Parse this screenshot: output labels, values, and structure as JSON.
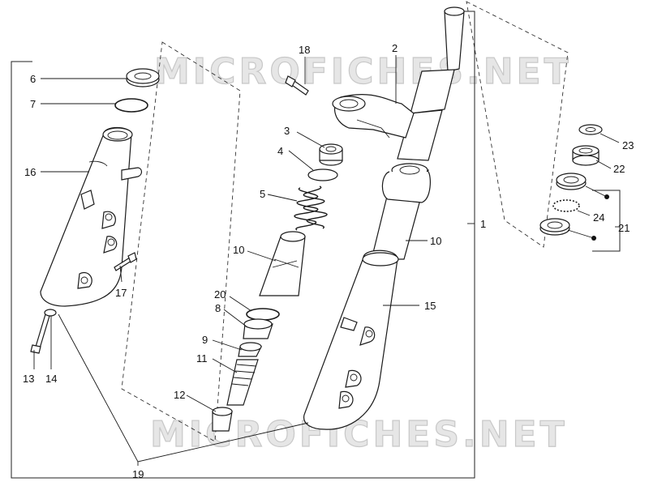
{
  "watermark": {
    "top": "MICROFICHES.NET",
    "bottom": "MICROFICHES.NET"
  },
  "labels": {
    "l1": "1",
    "l2": "2",
    "l3": "3",
    "l4": "4",
    "l5": "5",
    "l6": "6",
    "l7": "7",
    "l8": "8",
    "l9": "9",
    "l10a": "10",
    "l10b": "10",
    "l11": "11",
    "l12": "12",
    "l13": "13",
    "l14": "14",
    "l15": "15",
    "l16": "16",
    "l17": "17",
    "l18": "18",
    "l19": "19",
    "l20": "20",
    "l21": "21",
    "l22": "22",
    "l23": "23",
    "l24": "24"
  },
  "colors": {
    "line": "#1a1a1a",
    "watermark": "#c8c8c8",
    "background": "#ffffff"
  }
}
